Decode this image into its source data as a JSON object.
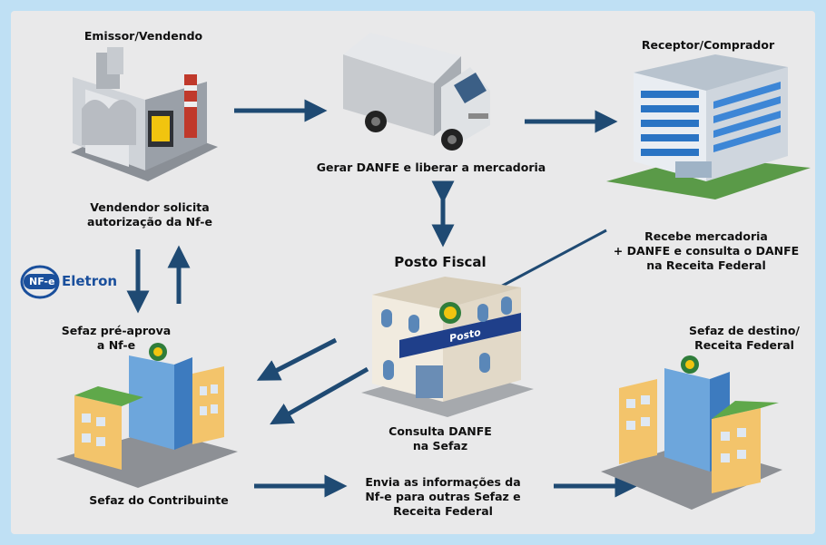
{
  "nodes": {
    "emissor_title": "Emissor/Vendendo",
    "emissor_caption": "Vendendor solicita\nautorização da Nf-e",
    "truck_caption": "Gerar DANFE e liberar a mercadoria",
    "receptor_title": "Receptor/Comprador",
    "receptor_caption": "Recebe mercadoria\n+ DANFE e consulta o DANFE\nna Receita Federal",
    "posto_title": "Posto Fiscal",
    "posto_sign": "Posto",
    "posto_caption": "Consulta DANFE\nna Sefaz",
    "sefaz_pre": "Sefaz pré-aprova\na Nf-e",
    "sefaz_contrib": "Sefaz do Contribuinte",
    "envia": "Envia as informações da\nNf-e para outras Sefaz e\nReceita Federal",
    "destino": "Sefaz de destino/\nReceita Federal"
  },
  "logo": {
    "badge": "NF-e",
    "text": "Eletron"
  },
  "colors": {
    "arrow": "#1f4a73",
    "background": "#e9e9ea",
    "border": "#bfe0f4"
  }
}
